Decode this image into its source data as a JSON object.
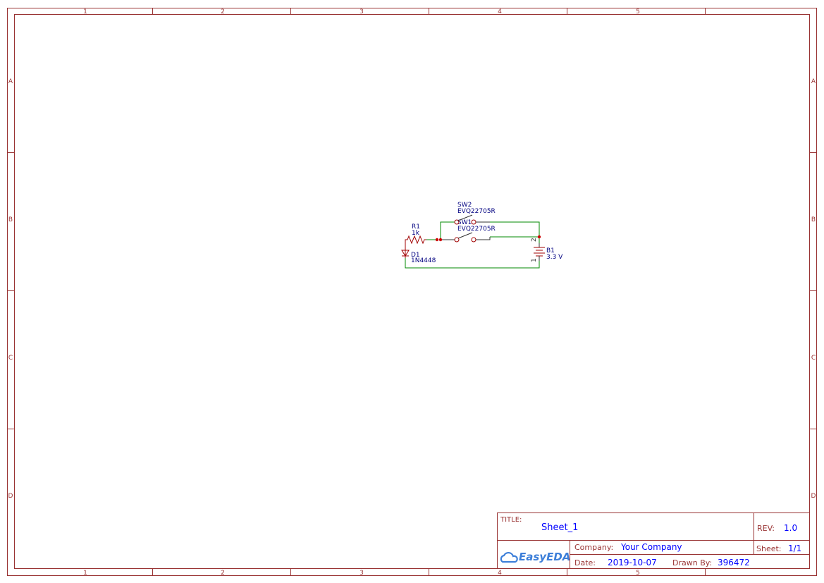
{
  "frame": {
    "columns": [
      "1",
      "2",
      "3",
      "4",
      "5"
    ],
    "rows": [
      "A",
      "B",
      "C",
      "D"
    ],
    "colors": {
      "frame": "#993333",
      "wire": "#008800",
      "text": "#000080",
      "value": "#0000ff"
    }
  },
  "components": {
    "r1": {
      "ref": "R1",
      "value": "1k"
    },
    "d1": {
      "ref": "D1",
      "value": "1N4448"
    },
    "sw1": {
      "ref": "SW1",
      "value": "EVQ22705R"
    },
    "sw2": {
      "ref": "SW2",
      "value": "EVQ22705R"
    },
    "b1": {
      "ref": "B1",
      "value": "3.3 V",
      "pin1": "1",
      "pin2": "2"
    }
  },
  "title_block": {
    "title_label": "TITLE:",
    "title": "Sheet_1",
    "rev_label": "REV:",
    "rev": "1.0",
    "company_label": "Company:",
    "company": "Your Company",
    "sheet_label": "Sheet:",
    "sheet": "1/1",
    "date_label": "Date:",
    "date": "2019-10-07",
    "drawn_by_label": "Drawn By:",
    "drawn_by": "396472",
    "logo": "EasyEDA"
  }
}
